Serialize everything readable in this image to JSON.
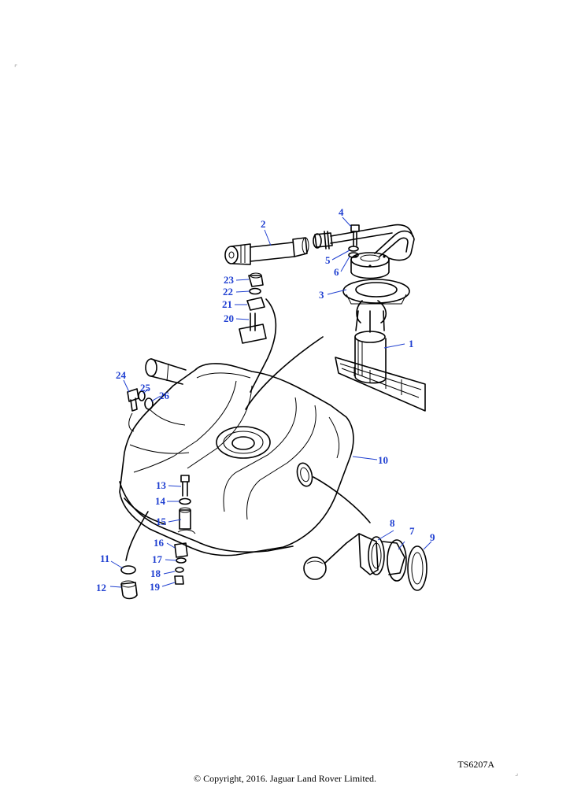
{
  "diagram": {
    "callouts": [
      {
        "n": "1"
      },
      {
        "n": "2"
      },
      {
        "n": "3"
      },
      {
        "n": "4"
      },
      {
        "n": "5"
      },
      {
        "n": "6"
      },
      {
        "n": "7"
      },
      {
        "n": "8"
      },
      {
        "n": "9"
      },
      {
        "n": "10"
      },
      {
        "n": "11"
      },
      {
        "n": "12"
      },
      {
        "n": "13"
      },
      {
        "n": "14"
      },
      {
        "n": "15"
      },
      {
        "n": "16"
      },
      {
        "n": "17"
      },
      {
        "n": "18"
      },
      {
        "n": "19"
      },
      {
        "n": "20"
      },
      {
        "n": "21"
      },
      {
        "n": "22"
      },
      {
        "n": "23"
      },
      {
        "n": "24"
      },
      {
        "n": "25"
      },
      {
        "n": "26"
      }
    ],
    "reference": "TS6207A",
    "copyright": "© Copyright, 2016. Jaguar Land Rover Limited."
  }
}
